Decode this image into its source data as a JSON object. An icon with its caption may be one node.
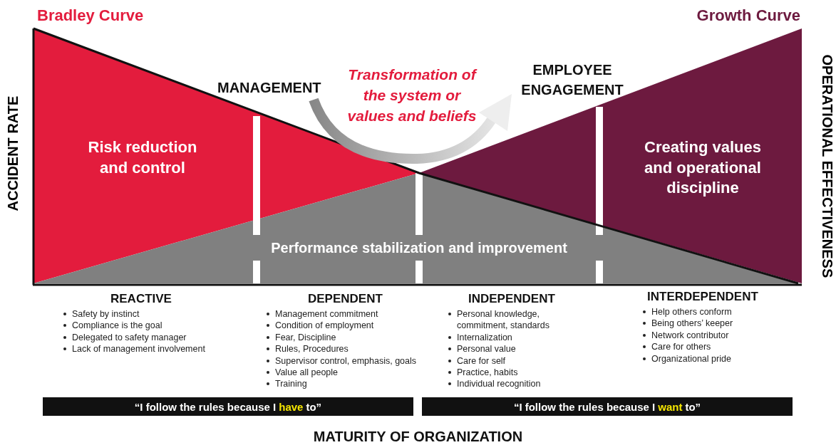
{
  "diagram": {
    "nodes": [
      {
        "text": [
          "Risk reduction and control"
        ]
      },
      {
        "text": [
          "Creating values and operational discipline"
        ]
      },
      {
        "text": [
          "Performance stabilization and improvement"
        ]
      },
      {
        "text": [
          "REACTIVE",
          "Safety by instinct",
          "Compliance is the goal",
          "Delegated to safety manager",
          "Lack of management involvement"
        ]
      },
      {
        "text": [
          "DEPENDENT",
          "Management commitment",
          "Condition of employment",
          "Fear, Discipline",
          "Rules, Procedures",
          "Supervisor control, emphasis, goals",
          "Value all people",
          "Training"
        ]
      },
      {
        "text": [
          "INDEPENDENT",
          "Personal knowledge, commitment, standards",
          "Internalization",
          "Personal value",
          "Care for self",
          "Practice, habits",
          "Individual recognition"
        ]
      },
      {
        "text": [
          "INTERDEPENDENT",
          "Help others conform",
          "Being others’ keeper",
          "Network contributor",
          "Care for others",
          "Organizational pride"
        ]
      },
      {
        "text": [
          "“I follow the rules because I",
          "have",
          "to”"
        ]
      },
      {
        "text": [
          "“I follow the rules because I",
          "want",
          "to”"
        ]
      }
    ],
    "labels": [
      "Bradley Curve",
      "Growth Curve",
      "MANAGEMENT",
      "Transformation of the system or values and beliefs",
      "EMPLOYEE ENGAGEMENT",
      "ACCIDENT RATE",
      "OPERATIONAL EFFECTIVENESS",
      "MATURITY OF ORGANIZATION"
    ]
  }
}
